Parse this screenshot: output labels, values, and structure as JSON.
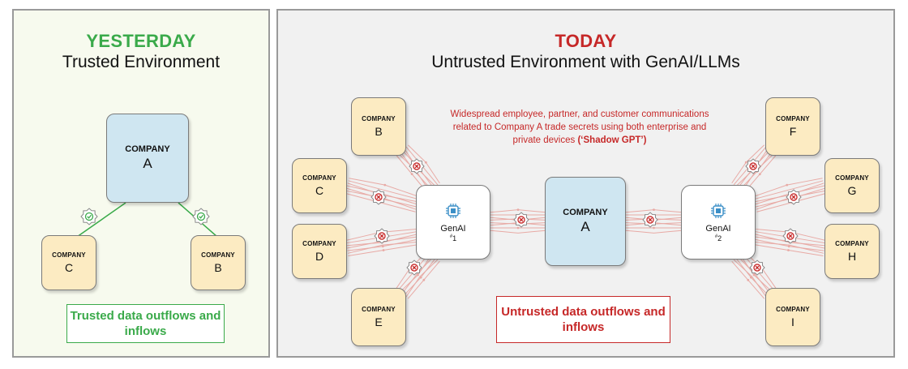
{
  "colors": {
    "green": "#3aaa4a",
    "red": "#c62828",
    "company_box": "#fcebc2",
    "company_a_box": "#cfe6f1",
    "trace_red": "#e8aaa5"
  },
  "left": {
    "heading": "YESTERDAY",
    "subheading": "Trusted Environment",
    "company_a": {
      "tag": "COMPANY",
      "letter": "A"
    },
    "company_c": {
      "tag": "COMPANY",
      "letter": "C"
    },
    "company_b": {
      "tag": "COMPANY",
      "letter": "B"
    },
    "note": "Trusted data outflows and inflows",
    "link_icon": "gear-check-icon"
  },
  "right": {
    "heading": "TODAY",
    "subheading": "Untrusted Environment with GenAI/LLMs",
    "description_plain": "Widespread employee, partner, and customer communications related to Company A trade secrets using both enterprise and private devices",
    "description_bold": "(‘Shadow GPT’)",
    "company_tag": "COMPANY",
    "companies_left": {
      "b": "B",
      "c": "C",
      "d": "D",
      "e": "E"
    },
    "companies_right": {
      "f": "F",
      "g": "G",
      "h": "H",
      "i": "I"
    },
    "company_a": {
      "tag": "COMPANY",
      "letter": "A"
    },
    "genai_1": {
      "name": "GenAI",
      "hash": "#",
      "num": "1"
    },
    "genai_2": {
      "name": "GenAI",
      "hash": "#",
      "num": "2"
    },
    "note": "Untrusted data outflows and inflows",
    "link_icon": "gear-x-icon",
    "chip_icon": "chip-icon"
  }
}
